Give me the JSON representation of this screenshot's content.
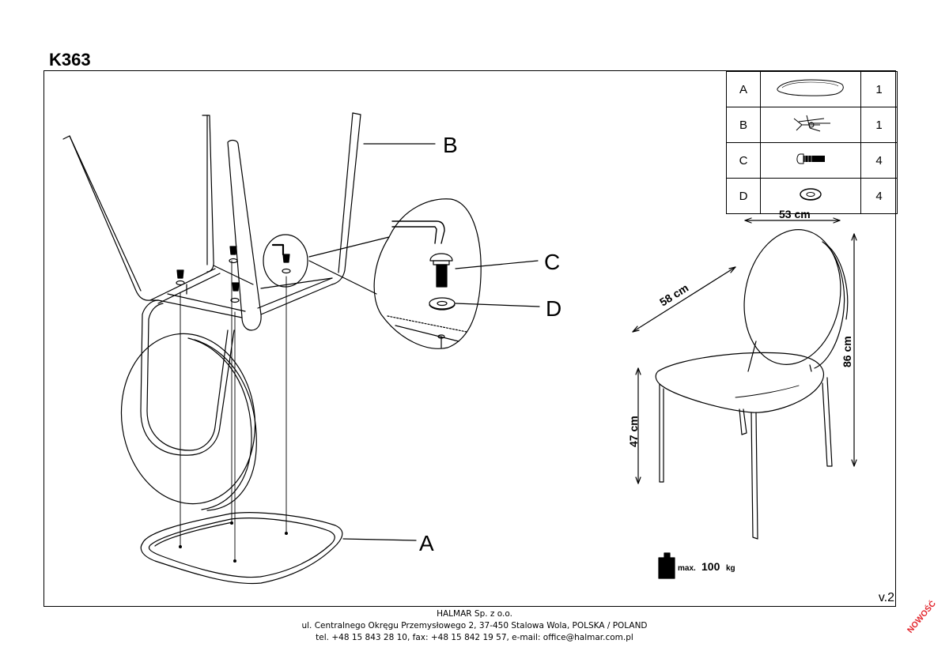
{
  "title": "K363",
  "parts_table": [
    {
      "letter": "A",
      "icon": "seat-icon",
      "qty": "1"
    },
    {
      "letter": "B",
      "icon": "frame-icon",
      "qty": "1"
    },
    {
      "letter": "C",
      "icon": "bolt-icon",
      "qty": "4"
    },
    {
      "letter": "D",
      "icon": "washer-icon",
      "qty": "4"
    }
  ],
  "callouts": {
    "a": "A",
    "b": "B",
    "c": "C",
    "d": "D"
  },
  "dimensions": {
    "width": "53 cm",
    "depth": "58 cm",
    "height": "86 cm",
    "seat_height": "47 cm"
  },
  "max_load": {
    "prefix": "max.",
    "value": "100",
    "unit": "kg"
  },
  "version": "v.2",
  "footer": {
    "company": "HALMAR Sp. z o.o.",
    "address": "ul. Centralnego Okręgu Przemysłowego 2, 37-450 Stalowa Wola, POLSKA / POLAND",
    "contact": "tel. +48 15 843 28 10, fax: +48 15 842 19 57, e-mail: office@halmar.com.pl"
  },
  "badge": "NOWOŚĆ"
}
